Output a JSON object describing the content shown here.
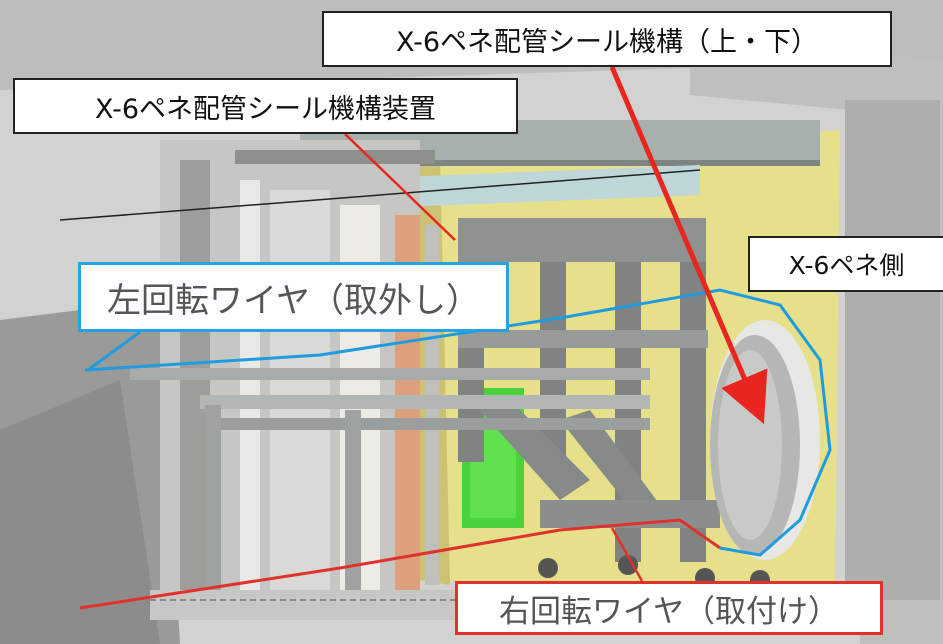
{
  "callouts": {
    "top_seal_mechanism": "X-6ペネ配管シール機構（上・下）",
    "seal_device": "X-6ペネ配管シール機構装置",
    "penetration_side": "X-6ペネ側",
    "left_rotation_wire": "左回転ワイヤ（取外し）",
    "right_rotation_wire": "右回転ワイヤ（取付け）"
  },
  "colors": {
    "arrow_red": "#e8261f",
    "wire_blue": "#1f9be0",
    "wire_red": "#e0312c",
    "yellow_panel": "#e6e08a",
    "green_panel": "#49d23a"
  }
}
